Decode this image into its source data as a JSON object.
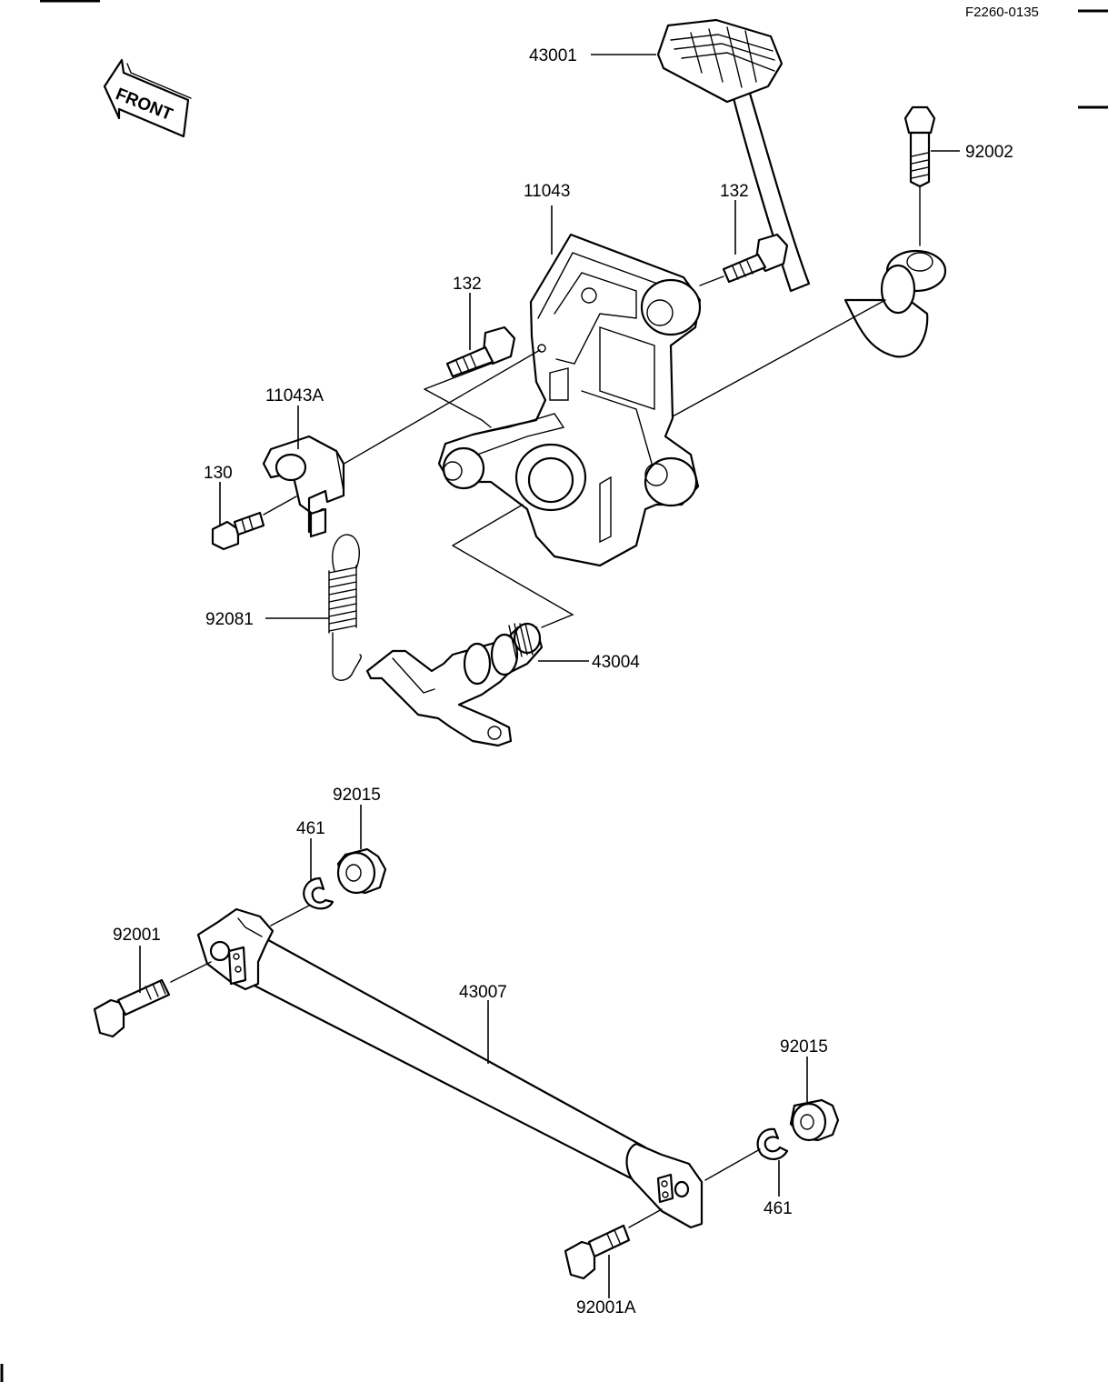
{
  "diagram_code": "F2260-0135",
  "front_arrow": {
    "text": "FRONT",
    "icon": "front-arrow-icon"
  },
  "labels": {
    "p43001": "43001",
    "p92002": "92002",
    "p11043": "11043",
    "p132_right": "132",
    "p132_left": "132",
    "p11043A": "11043A",
    "p130": "130",
    "p92081": "92081",
    "p43004": "43004",
    "p92015_top": "92015",
    "p461_top": "461",
    "p92001": "92001",
    "p43007": "43007",
    "p92015_bottom": "92015",
    "p461_bottom": "461",
    "p92001A": "92001A"
  }
}
